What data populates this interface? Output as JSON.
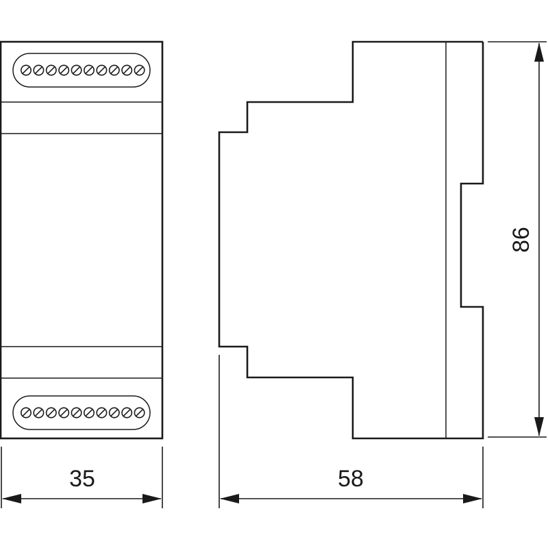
{
  "dimensions": {
    "width_front": "35",
    "depth_side": "58",
    "height": "86"
  },
  "terminal_blocks": {
    "top_screw_count": 10,
    "bottom_screw_count": 10
  },
  "colors": {
    "line": "#1a1a1a",
    "background": "#ffffff"
  }
}
